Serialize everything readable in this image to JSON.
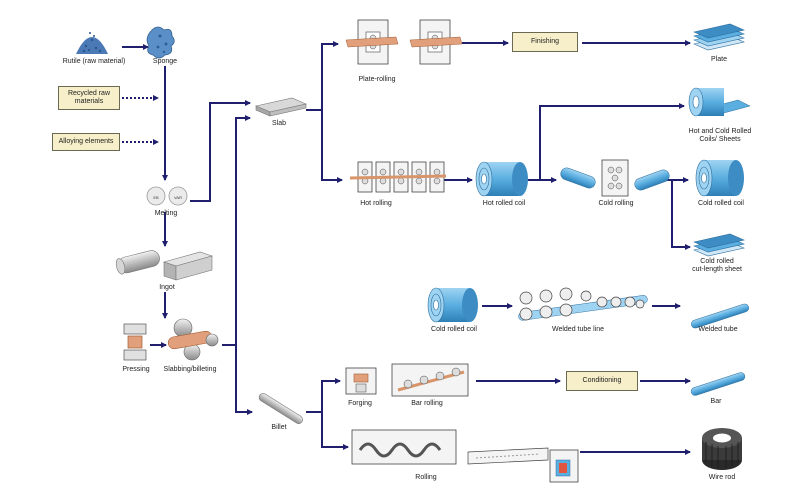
{
  "labels": {
    "rutile": "Rutile (raw material)",
    "sponge": "Sponge",
    "recycled_line1": "Recycled raw",
    "recycled_line2": "materials",
    "alloying": "Alloying elements",
    "eb": "EB",
    "var": "VAR",
    "melting": "Melting",
    "ingot": "Ingot",
    "pressing": "Pressing",
    "slabbing": "Slabbing/billeting",
    "slab": "Slab",
    "billet": "Billet",
    "plate_rolling": "Plate-rolling",
    "finishing": "Finishing",
    "plate": "Plate",
    "hot_rolling": "Hot rolling",
    "hot_rolled_coil": "Hot rolled coil",
    "cold_rolling": "Cold rolling",
    "hot_cold_line1": "Hot and Cold Rolled",
    "hot_cold_line2": "Coils/ Sheets",
    "cold_rolled_coil_right": "Cold rolled coil",
    "cut_line1": "Cold rolled",
    "cut_line2": "cut-length sheet",
    "cold_rolled_coil_tube": "Cold rolled coil",
    "welded_tube_line": "Welded tube line",
    "welded_tube": "Welded tube",
    "forging": "Forging",
    "bar_rolling": "Bar rolling",
    "conditioning": "Conditioning",
    "bar": "Bar",
    "rolling": "Rolling",
    "wire_rod": "Wire rod"
  },
  "colors": {
    "arrow": "#1f1f6e",
    "box_fill": "#f6efc9",
    "coil_blue": "#5aaee0",
    "copper": "#d9956a"
  }
}
